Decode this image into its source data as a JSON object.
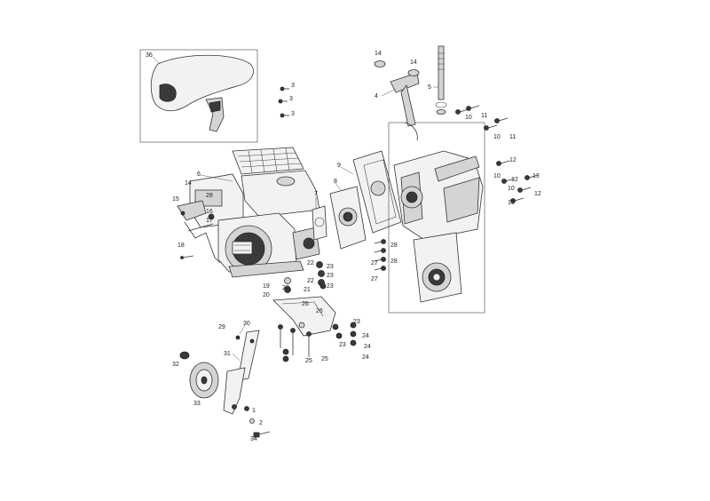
{
  "labels": {
    "l36": "36",
    "l3a": "3",
    "l3b": "3",
    "l3c": "3",
    "l14a": "14",
    "l14b": "14",
    "l14c": "14",
    "l4": "4",
    "l5": "5",
    "l10a": "10",
    "l10b": "10",
    "l10c": "10",
    "l10d": "10",
    "l10e": "10",
    "l11a": "11",
    "l11b": "11",
    "l6": "6",
    "l15": "15",
    "l28a": "28",
    "l16": "16",
    "l17": "17",
    "l18": "18",
    "l7": "7",
    "l8": "8",
    "l9": "9",
    "l12a": "12",
    "l12b": "12",
    "l12c": "12",
    "l13": "13",
    "l23a": "23",
    "l23b": "23",
    "l23c": "23",
    "l23d": "23",
    "l23e": "23",
    "l22a": "22",
    "l22b": "22",
    "l19": "19",
    "l20a": "20",
    "l20b": "20",
    "l21": "21",
    "l26a": "26",
    "l26b": "26",
    "l27a": "27",
    "l27b": "27",
    "l28b": "28",
    "l28c": "28",
    "l24a": "24",
    "l24b": "24",
    "l24c": "24",
    "l25a": "25",
    "l25b": "25",
    "l29": "29",
    "l30": "30",
    "l31": "31",
    "l32": "32",
    "l33": "33",
    "l1": "1",
    "l2": "2",
    "l34": "34"
  }
}
